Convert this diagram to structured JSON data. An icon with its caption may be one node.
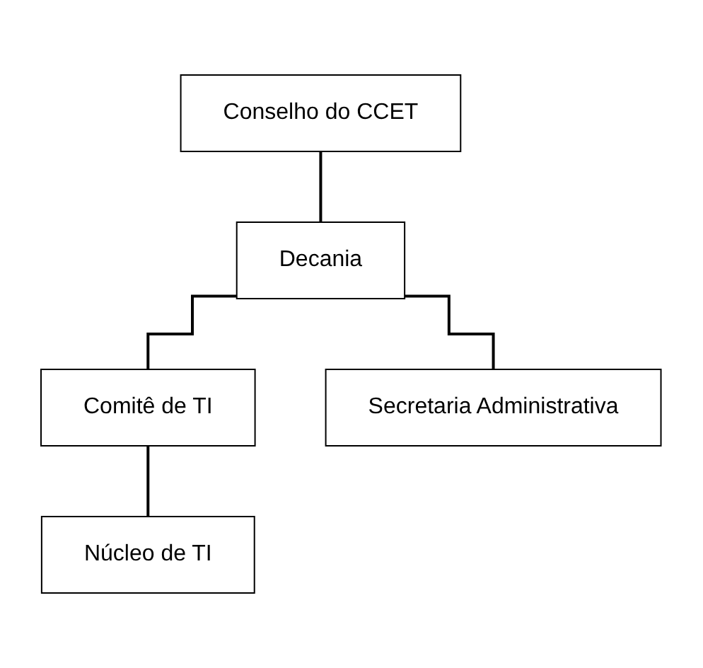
{
  "diagram": {
    "nodes": [
      {
        "text": [
          "Conselho do CCET"
        ]
      },
      {
        "text": [
          "Decania"
        ]
      },
      {
        "text": [
          "Comitê de TI"
        ]
      },
      {
        "text": [
          "Secretaria Administrativa"
        ]
      },
      {
        "text": [
          "Núcleo de TI"
        ]
      }
    ],
    "edges": [
      {
        "from": 0,
        "to": 1,
        "arrow": "none"
      },
      {
        "from": 1,
        "to": 2,
        "arrow": "none"
      },
      {
        "from": 1,
        "to": 3,
        "arrow": "none"
      },
      {
        "from": 2,
        "to": 4,
        "arrow": "none"
      }
    ]
  }
}
